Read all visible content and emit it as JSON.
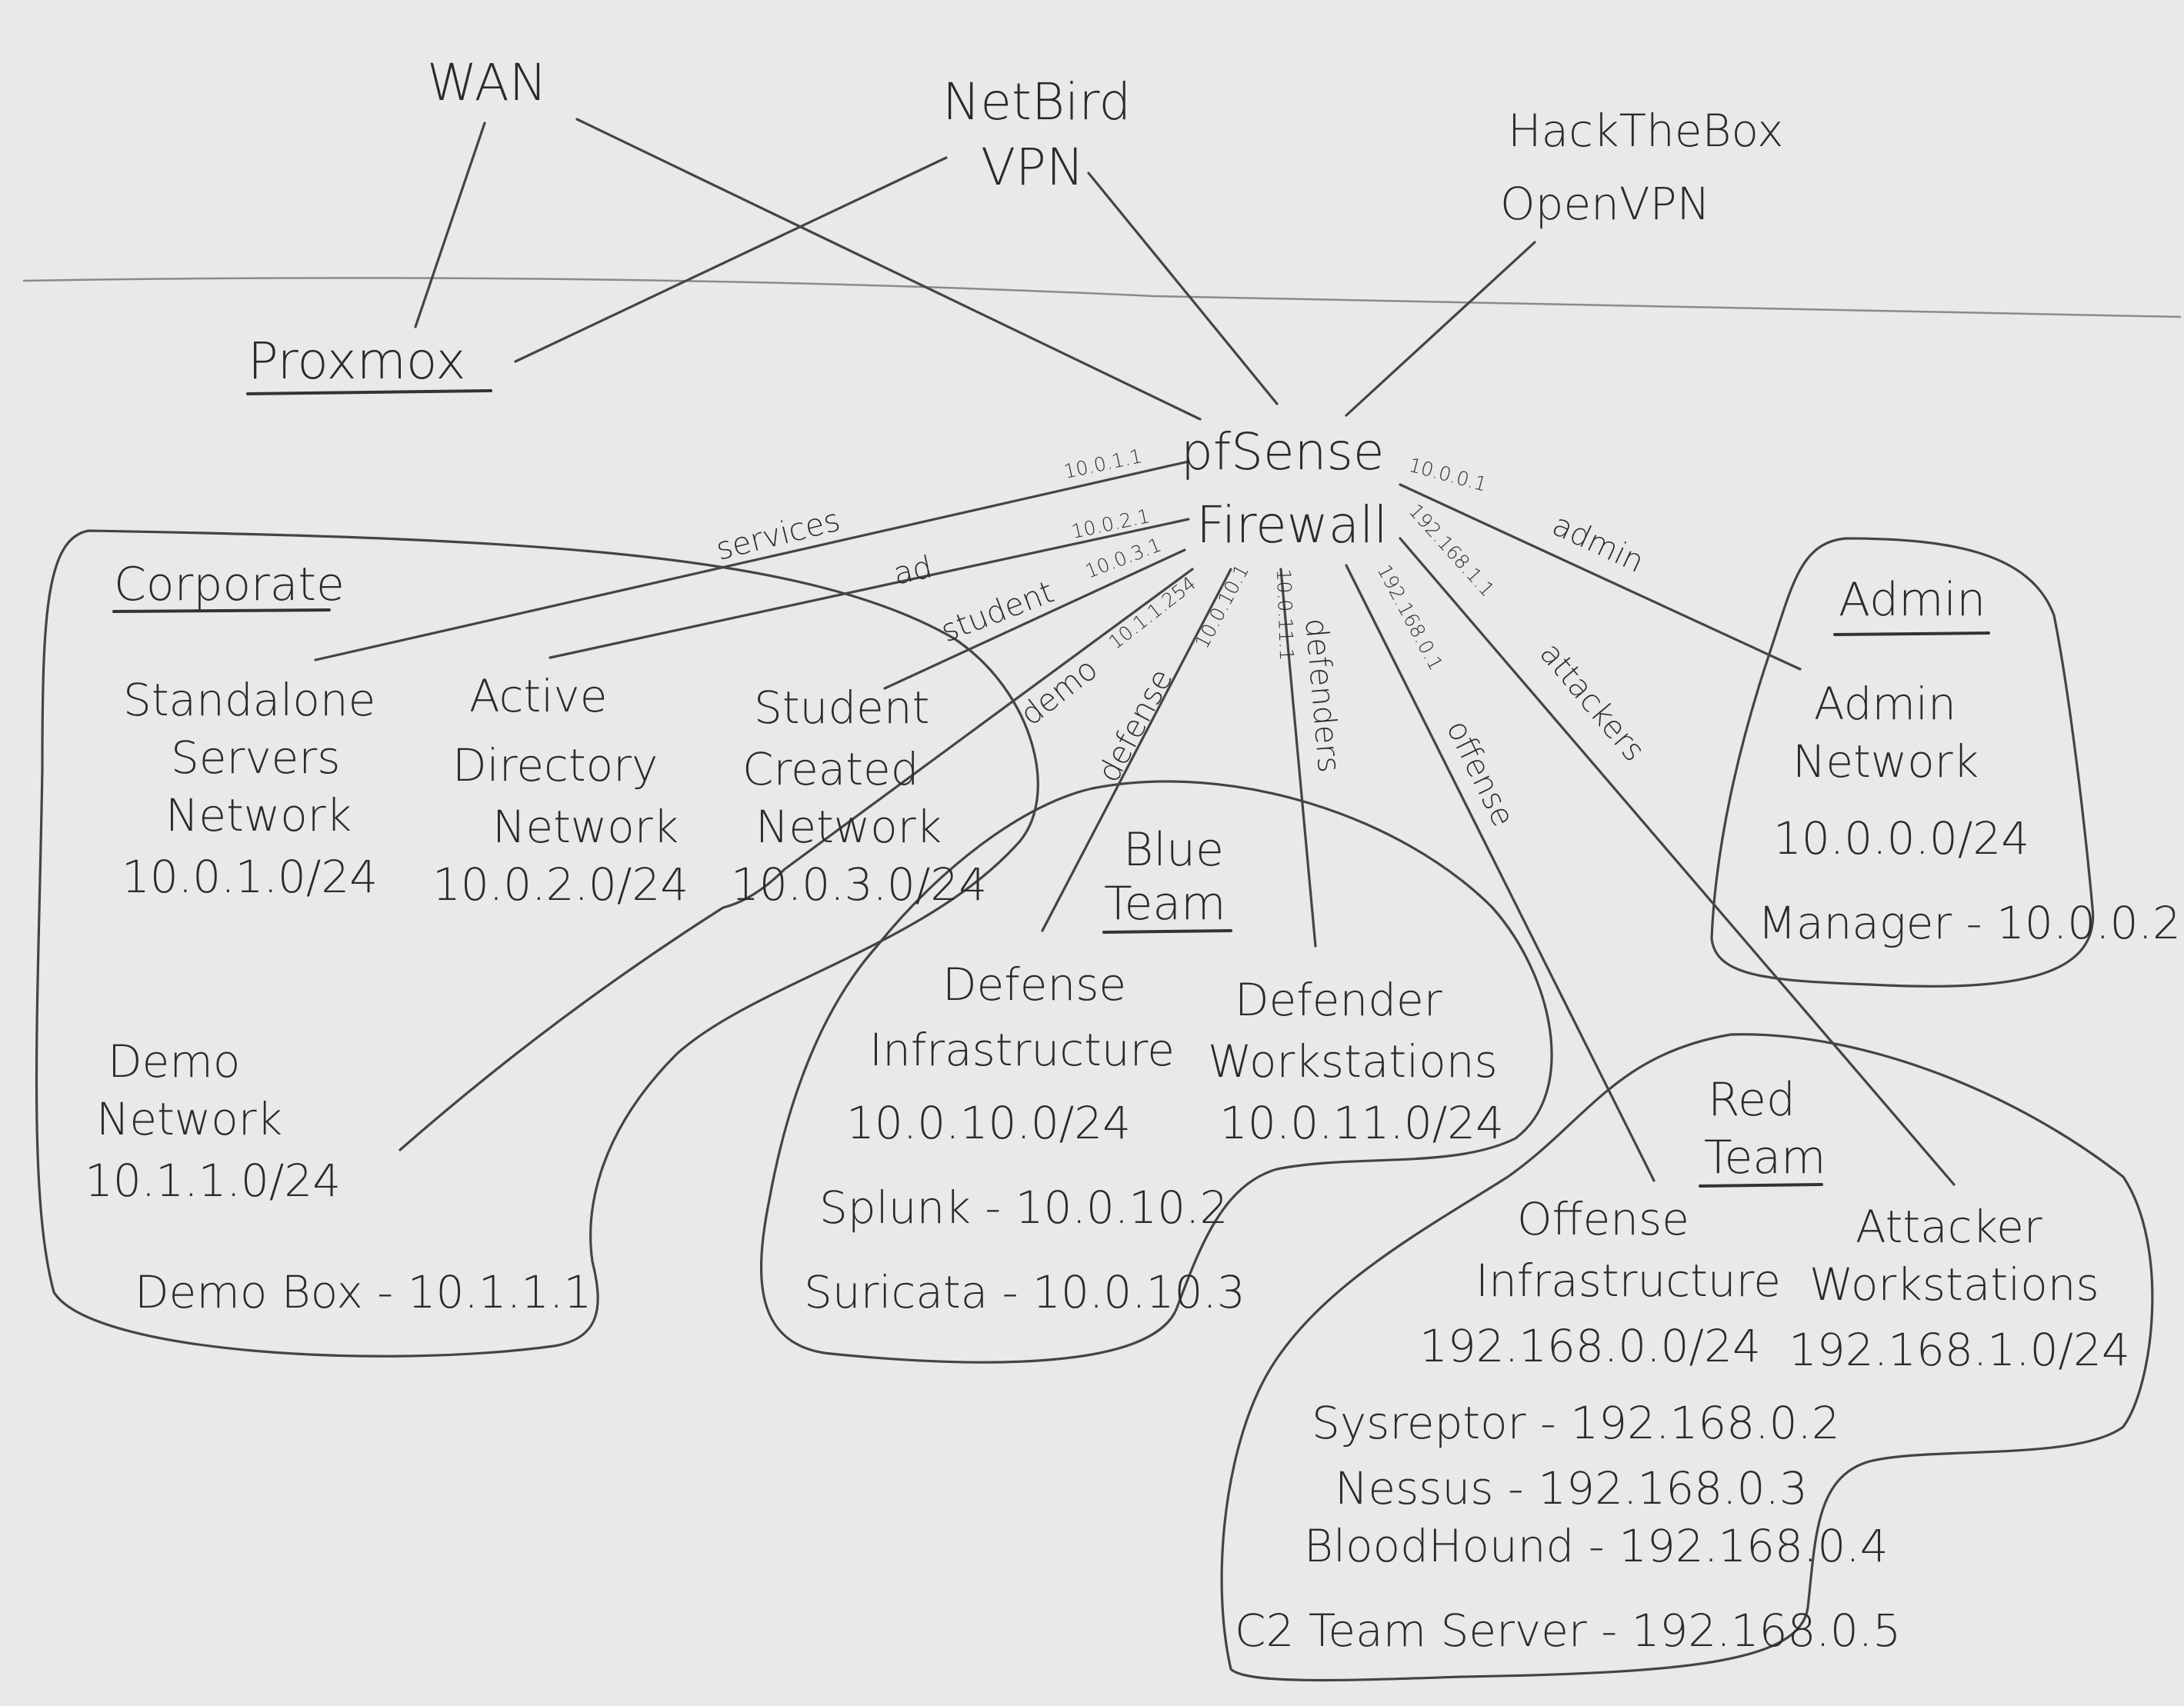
{
  "internet": {
    "wan": "WAN",
    "netbird": [
      "NetBird",
      "VPN"
    ],
    "htb": [
      "HackTheBox",
      "OpenVPN"
    ],
    "proxmox": "Proxmox"
  },
  "firewall": [
    "pfSense",
    "Firewall"
  ],
  "links": {
    "services": {
      "label": "services",
      "ip": "10.0.1.1"
    },
    "ad": {
      "label": "ad",
      "ip": "10.0.2.1"
    },
    "student": {
      "label": "student",
      "ip": "10.0.3.1"
    },
    "demo": {
      "label": "demo",
      "ip": "10.1.1.254"
    },
    "defense": {
      "label": "defense",
      "ip": "10.0.10.1"
    },
    "defenders": {
      "label": "defenders",
      "ip": "10.0.11.1"
    },
    "offense": {
      "label": "offense",
      "ip": "192.168.0.1"
    },
    "attackers": {
      "label": "attackers",
      "ip": "192.168.1.1"
    },
    "admin": {
      "label": "admin",
      "ip": "10.0.0.1"
    }
  },
  "corporate": {
    "title": "Corporate",
    "standalone": [
      "Standalone",
      "Servers",
      "Network",
      "10.0.1.0/24"
    ],
    "ad": [
      "Active",
      "Directory",
      "Network",
      "10.0.2.0/24"
    ],
    "student": [
      "Student",
      "Created",
      "Network",
      "10.0.3.0/24"
    ],
    "demo": [
      "Demo",
      "Network",
      "10.1.1.0/24"
    ],
    "demo_box": "Demo Box - 10.1.1.1"
  },
  "blue_team": {
    "title": [
      "Blue",
      "Team"
    ],
    "defense": [
      "Defense",
      "Infrastructure",
      "10.0.10.0/24"
    ],
    "defender": [
      "Defender",
      "Workstations",
      "10.0.11.0/24"
    ],
    "hosts": [
      "Splunk - 10.0.10.2",
      "Suricata - 10.0.10.3"
    ]
  },
  "red_team": {
    "title": [
      "Red",
      "Team"
    ],
    "offense": [
      "Offense",
      "Infrastructure",
      "192.168.0.0/24"
    ],
    "attacker": [
      "Attacker",
      "Workstations",
      "192.168.1.0/24"
    ],
    "hosts": [
      "Sysreptor - 192.168.0.2",
      "Nessus - 192.168.0.3",
      "BloodHound - 192.168.0.4",
      "C2 Team Server - 192.168.0.5"
    ]
  },
  "admin": {
    "title": "Admin",
    "network": [
      "Admin",
      "Network",
      "10.0.0.0/24"
    ],
    "manager": "Manager - 10.0.0.2"
  },
  "colors": {
    "paper": "#e9e9e9",
    "pencil": "#2b2b2b"
  }
}
